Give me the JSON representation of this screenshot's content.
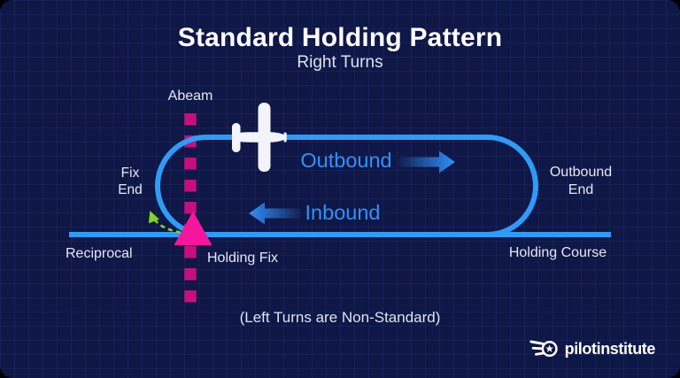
{
  "header": {
    "title": "Standard Holding Pattern",
    "subtitle": "Right Turns"
  },
  "pattern_labels": {
    "abeam": "Abeam",
    "fix_end_line1": "Fix",
    "fix_end_line2": "End",
    "outbound_end_line1": "Outbound",
    "outbound_end_line2": "End",
    "outbound": "Outbound",
    "inbound": "Inbound",
    "reciprocal": "Reciprocal",
    "holding_fix": "Holding Fix",
    "holding_course": "Holding Course"
  },
  "footnote": "(Left Turns are Non-Standard)",
  "branding": {
    "logo_text": "pilotinstitute"
  },
  "icons": {
    "airplane": "airplane-top-view-icon",
    "logo_badge": "winged-star-badge-icon",
    "holding_fix_marker": "pink-triangle-marker",
    "fix_end_turn": "green-dashed-curved-arrow",
    "outbound_direction": "right-arrow",
    "inbound_direction": "left-arrow"
  },
  "colors": {
    "card_background": "#0f1747",
    "track_blue": "#2e9bf7",
    "arrow_blue": "#2f8ef7",
    "direction_text_blue": "#2f93f6",
    "abeam_magenta": "#c60f7d",
    "holding_fix_pink": "#f6169c",
    "turn_arrow_green": "#80d41e",
    "label_text": "#e6e8f2",
    "title_text": "#ffffff"
  }
}
